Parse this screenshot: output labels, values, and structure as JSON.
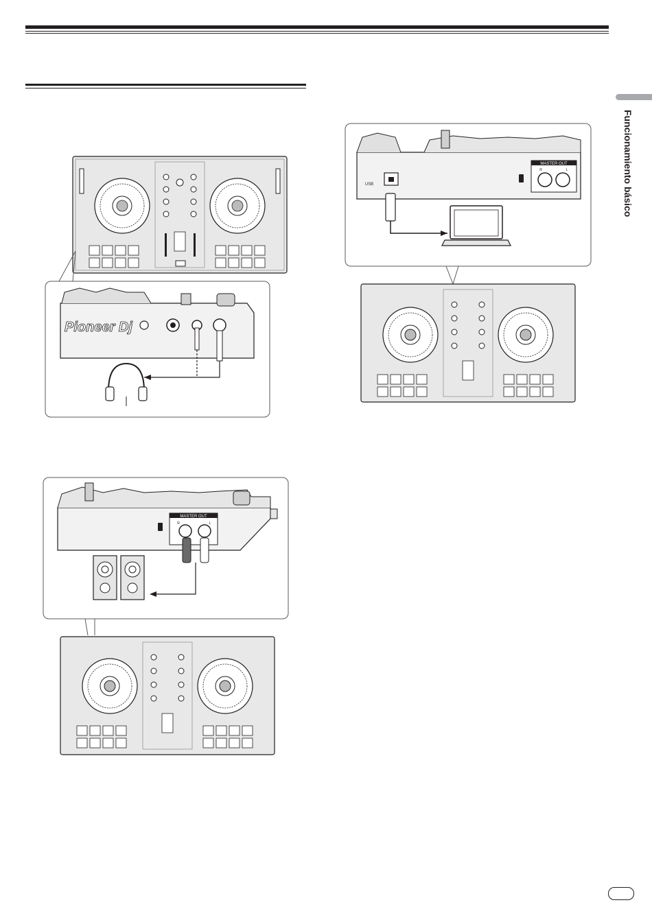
{
  "side_tab": {
    "label": "Funcionamiento básico"
  },
  "fig_headphones": {
    "brand_text": "Pioneer Dj"
  },
  "fig_speakers": {
    "port_label": "MASTER OUT",
    "left_channel": "L",
    "right_channel": "R"
  },
  "fig_computer": {
    "port_label": "MASTER OUT",
    "usb_label": "USB",
    "left_channel": "L",
    "right_channel": "R"
  }
}
